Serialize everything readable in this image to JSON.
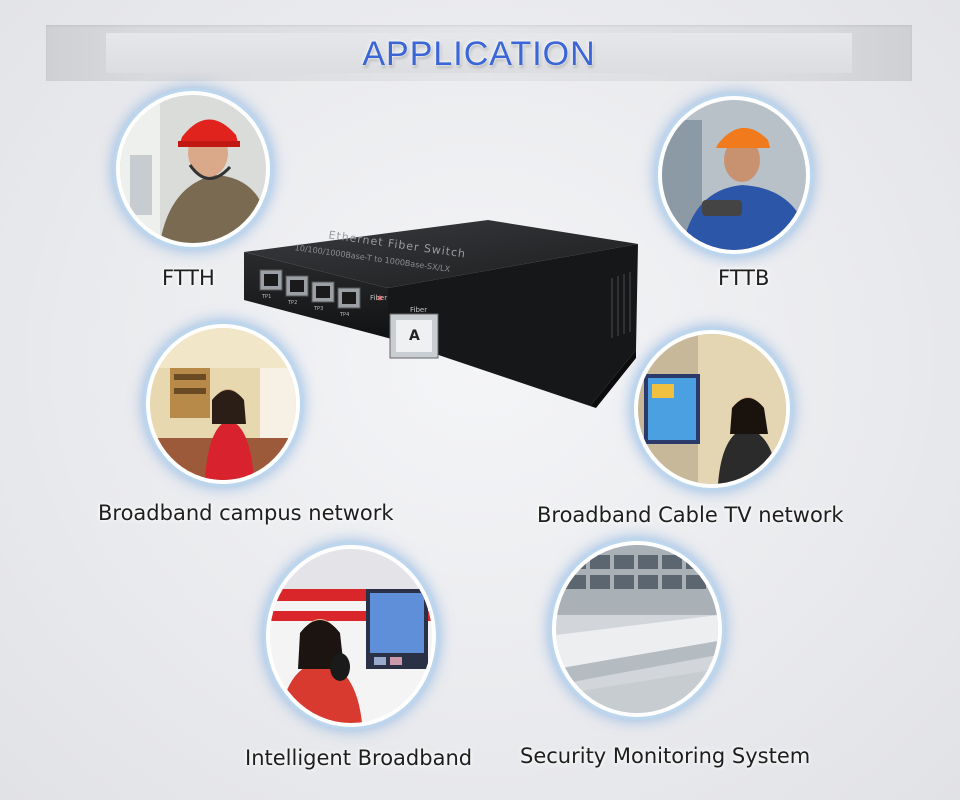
{
  "title": "APPLICATION",
  "colors": {
    "title": "#3a66d6",
    "glow": "#7fb2e8"
  },
  "device": {
    "line1": "Ethernet Fiber Switch",
    "line2": "10/100/1000Base-T to 1000Base-SX/LX",
    "fiber_left": "Fiber",
    "fiber_right": "Fiber",
    "port_letter": "A",
    "port_labels": [
      "TP1",
      "TP2",
      "TP3",
      "TP4"
    ]
  },
  "applications": [
    {
      "label": "FTTH"
    },
    {
      "label": "FTTB"
    },
    {
      "label": "Broadband campus network"
    },
    {
      "label": "Broadband Cable TV network"
    },
    {
      "label": "Intelligent Broadband"
    },
    {
      "label": "Security Monitoring System"
    }
  ]
}
